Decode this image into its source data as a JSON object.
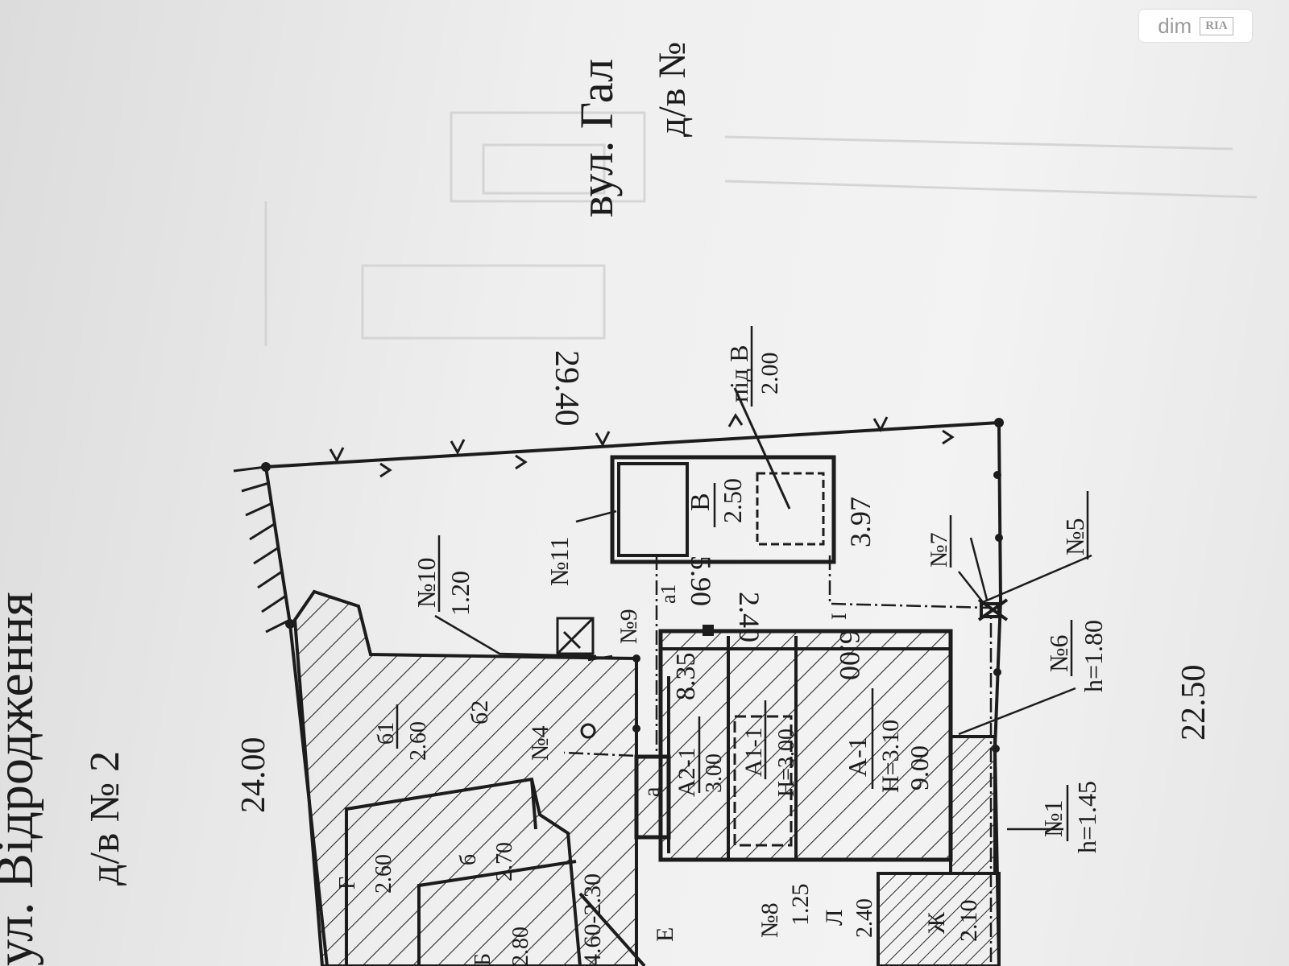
{
  "watermark": {
    "brand": "dim",
    "badge": "RIA"
  },
  "streets": {
    "left_street": "ул. Відродження",
    "left_house": "д/в № 2",
    "right_street": "вул. Гал",
    "right_house": "д/в №"
  },
  "dimensions": {
    "left_edge": "24.00",
    "top_edge": "29.40",
    "right_edge": "22.50",
    "a2_width": "8.35",
    "a1_width": "6.00",
    "gap_width": "2.40",
    "v_width": "5.90",
    "v_depth": "3.97",
    "side_span": "4.60-2.30"
  },
  "structures": [
    {
      "name": "А-1",
      "height": "H=3.10",
      "value": "9.00"
    },
    {
      "name": "А1-1",
      "height": "H=3.00",
      "value": ""
    },
    {
      "name": "А2-1",
      "height": "",
      "value": "3.00"
    },
    {
      "name": "В",
      "height": "",
      "value": "2.50"
    },
    {
      "name": "під В",
      "height": "",
      "value": "2.00"
    },
    {
      "name": "Б",
      "height": "",
      "value": "2.80"
    },
    {
      "name": "б",
      "height": "",
      "value": "2.70"
    },
    {
      "name": "Г",
      "height": "",
      "value": "2.60"
    },
    {
      "name": "Ж",
      "height": "",
      "value": "2.10"
    },
    {
      "name": "Л",
      "height": "",
      "value": "2.40"
    },
    {
      "name": "б1",
      "height": "",
      "value": "2.60"
    },
    {
      "name": "б2",
      "height": "",
      "value": ""
    }
  ],
  "small_labels": {
    "a1": "а",
    "a2": "а1",
    "e": "Е",
    "l": "Л",
    "one": "1",
    "i": "I"
  },
  "markers": [
    {
      "id": "№1",
      "sub": "h=1.45"
    },
    {
      "id": "№4",
      "sub": ""
    },
    {
      "id": "№5",
      "sub": ""
    },
    {
      "id": "№6",
      "sub": "h=1.80"
    },
    {
      "id": "№7",
      "sub": ""
    },
    {
      "id": "№8",
      "sub": "1.25"
    },
    {
      "id": "№9",
      "sub": ""
    },
    {
      "id": "№10",
      "sub": "1.20"
    },
    {
      "id": "№11",
      "sub": ""
    }
  ],
  "colors": {
    "ink": "#1c1c1c",
    "paper": "#ececec",
    "hatch": "#2a2a2a"
  }
}
